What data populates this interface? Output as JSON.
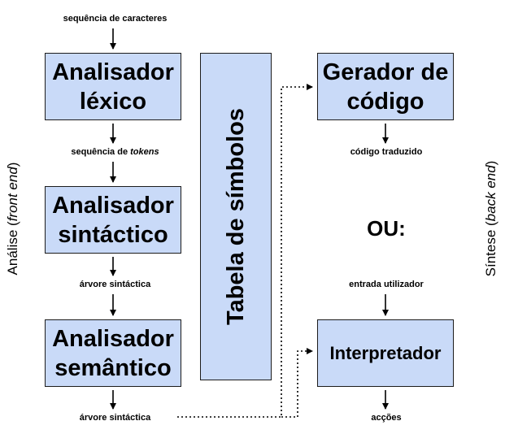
{
  "front": {
    "input_label": "sequência de caracteres",
    "lexer": {
      "line1": "Analisador",
      "line2": "léxico"
    },
    "tokens_label": {
      "text": "sequência de ",
      "em": "tokens"
    },
    "parser": {
      "line1": "Analisador",
      "line2": "sintáctico"
    },
    "tree_label": "árvore sintáctica",
    "semantic": {
      "line1": "Analisador",
      "line2": "semântico"
    },
    "output_label": "árvore sintáctica"
  },
  "symbol_table": "Tabela de símbolos",
  "back": {
    "generator": {
      "line1": "Gerador de",
      "line2": "código"
    },
    "code_label": "código traduzido",
    "or_label": "OU:",
    "user_input_label": "entrada utilizador",
    "interpreter": "Interpretador",
    "actions_label": "acções"
  },
  "side_labels": {
    "left": {
      "text": "Análise (",
      "em": "front end",
      "close": ")"
    },
    "right": {
      "text": "Síntese (",
      "em": "back end",
      "close": ")"
    }
  }
}
